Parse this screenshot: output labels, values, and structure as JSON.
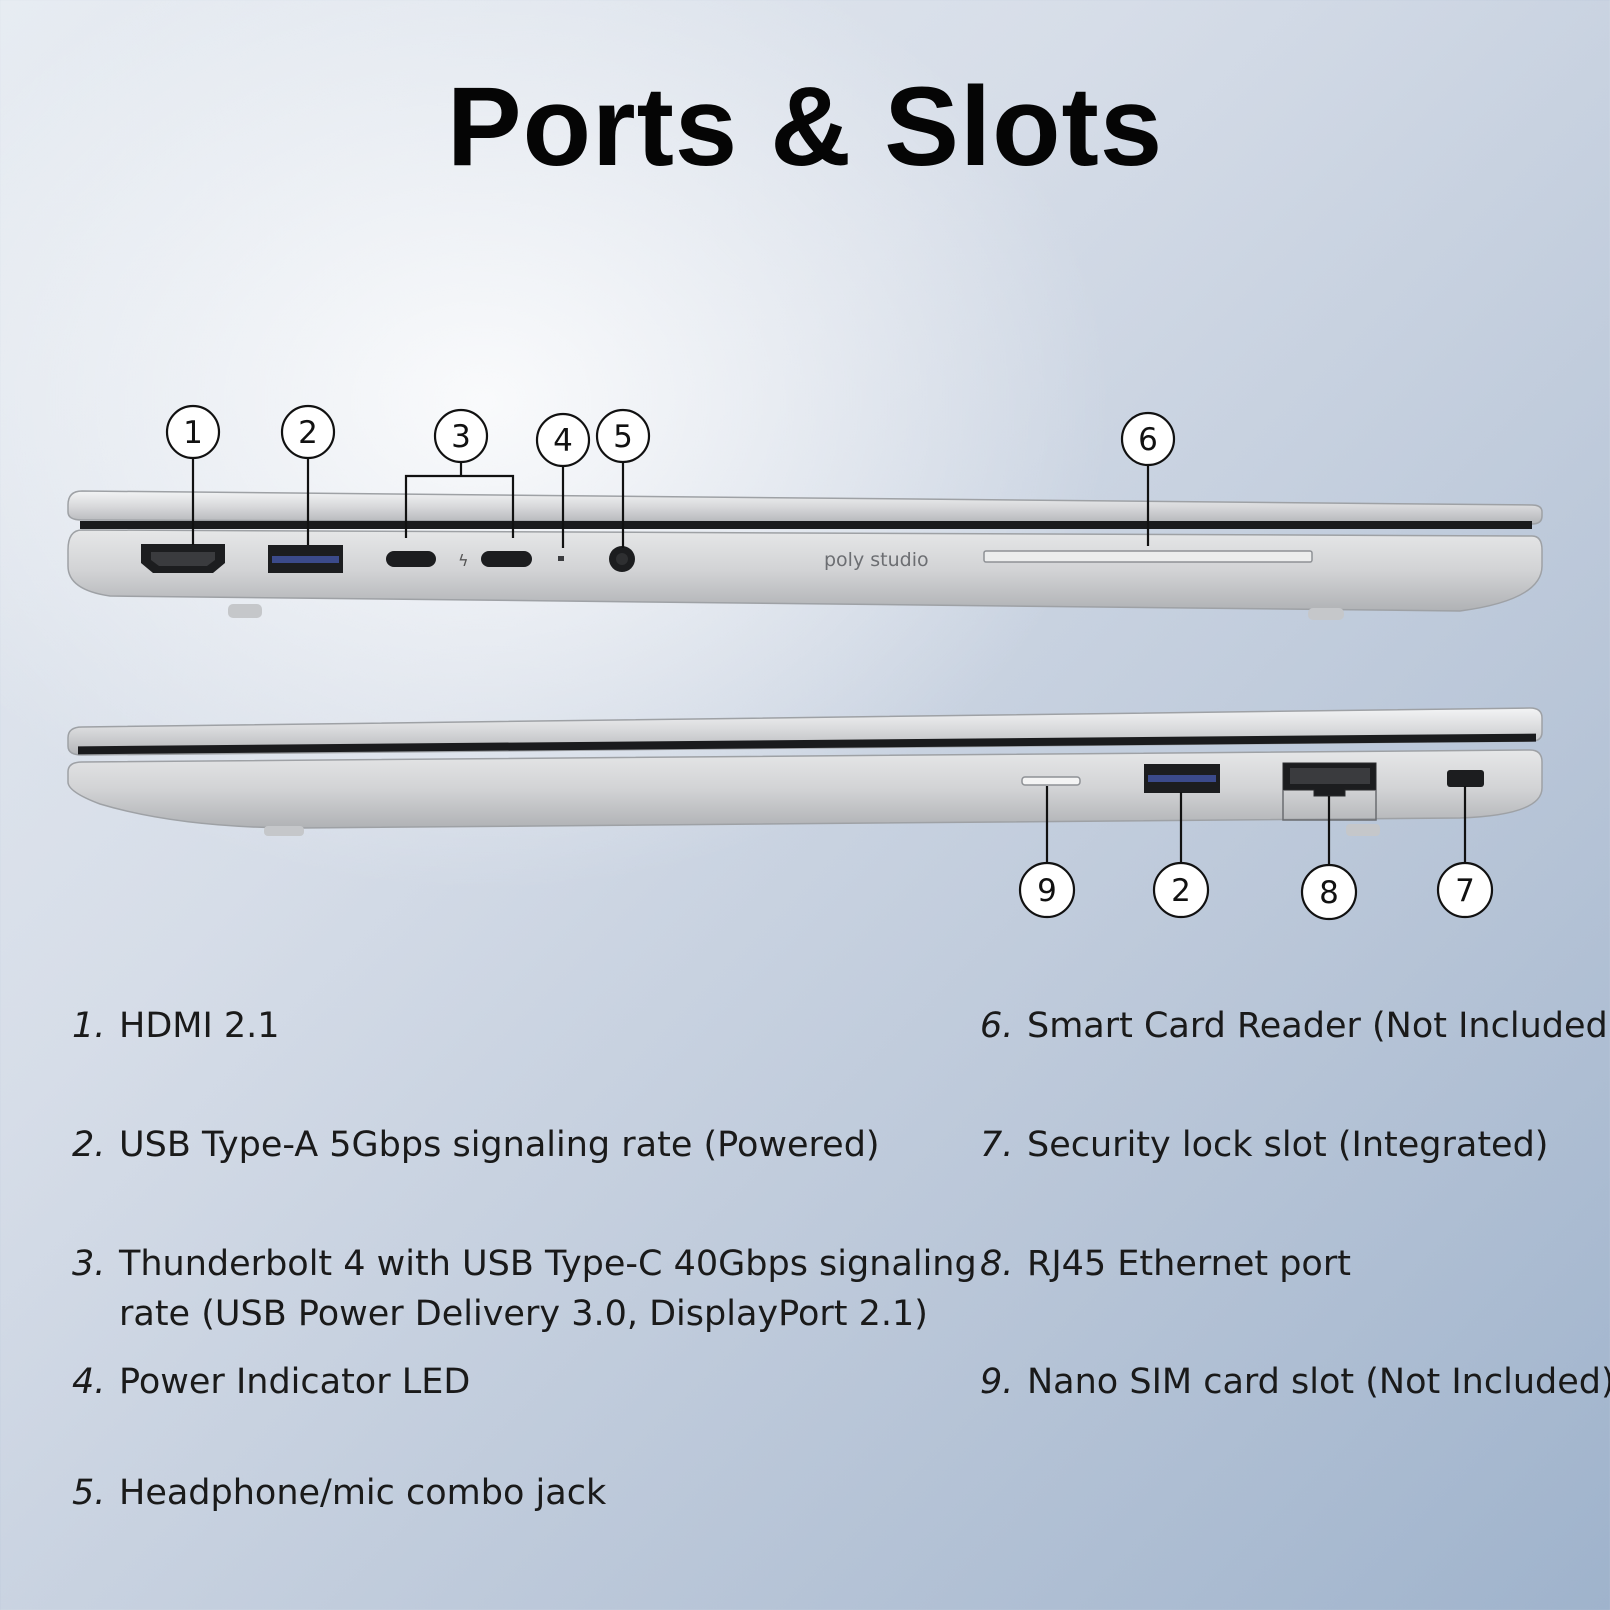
{
  "title": "Ports & Slots",
  "brand_text": "poly studio",
  "callouts_top": [
    {
      "label": "1",
      "name": "hdmi"
    },
    {
      "label": "2",
      "name": "usb-a"
    },
    {
      "label": "3",
      "name": "thunderbolt"
    },
    {
      "label": "4",
      "name": "power-led"
    },
    {
      "label": "5",
      "name": "audio-jack"
    },
    {
      "label": "6",
      "name": "smart-card-reader"
    }
  ],
  "callouts_bottom": [
    {
      "label": "9",
      "name": "nano-sim"
    },
    {
      "label": "2",
      "name": "usb-a"
    },
    {
      "label": "8",
      "name": "rj45"
    },
    {
      "label": "7",
      "name": "security-lock"
    }
  ],
  "legend": [
    {
      "num": "1.",
      "text": "HDMI 2.1"
    },
    {
      "num": "2.",
      "text": "USB Type-A 5Gbps signaling rate (Powered)"
    },
    {
      "num": "3.",
      "text": "Thunderbolt 4 with USB Type-C 40Gbps signaling",
      "text2": "rate (USB Power Delivery 3.0, DisplayPort 2.1)"
    },
    {
      "num": "4.",
      "text": "Power Indicator LED"
    },
    {
      "num": "5.",
      "text": "Headphone/mic combo jack"
    },
    {
      "num": "6.",
      "text": "Smart Card Reader (Not Included)"
    },
    {
      "num": "7.",
      "text": "Security lock slot (Integrated)"
    },
    {
      "num": "8.",
      "text": "RJ45 Ethernet port"
    },
    {
      "num": "9.",
      "text": "Nano SIM card slot (Not Included)"
    }
  ]
}
